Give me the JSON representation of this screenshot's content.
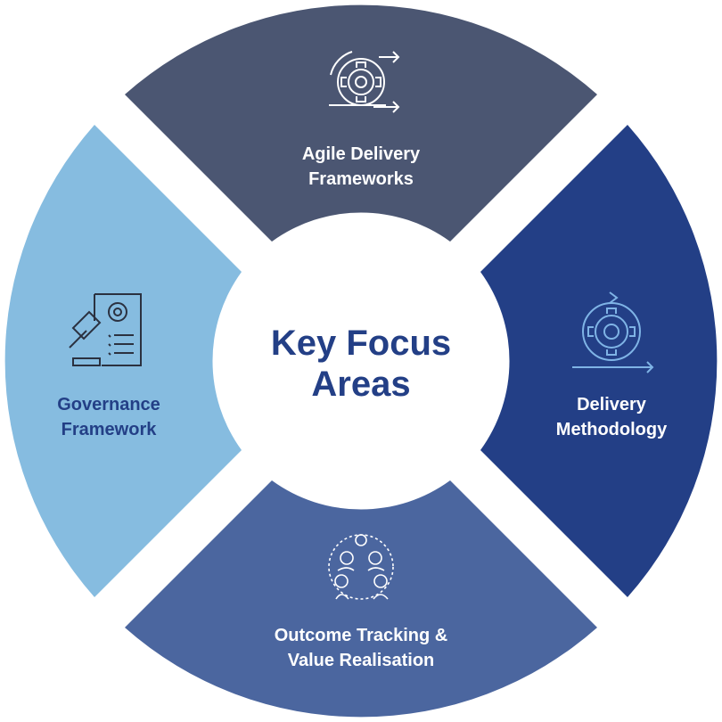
{
  "center": {
    "line1": "Key Focus",
    "line2": "Areas"
  },
  "segments": {
    "top": {
      "line1": "Agile Delivery",
      "line2": "Frameworks",
      "icon": "gear-cycle-arrows-icon"
    },
    "right": {
      "line1": "Delivery",
      "line2": "Methodology",
      "icon": "gear-refresh-icon"
    },
    "bottom": {
      "line1": "Outcome Tracking &",
      "line2": "Value Realisation",
      "icon": "team-network-icon"
    },
    "left": {
      "line1": "Governance",
      "line2": "Framework",
      "icon": "gavel-document-icon"
    }
  },
  "colors": {
    "top": "#4B5672",
    "right": "#233F86",
    "bottom": "#4B669F",
    "left": "#86BCE0",
    "center_text": "#233F86",
    "left_text": "#233F86",
    "light_text": "#ffffff"
  }
}
